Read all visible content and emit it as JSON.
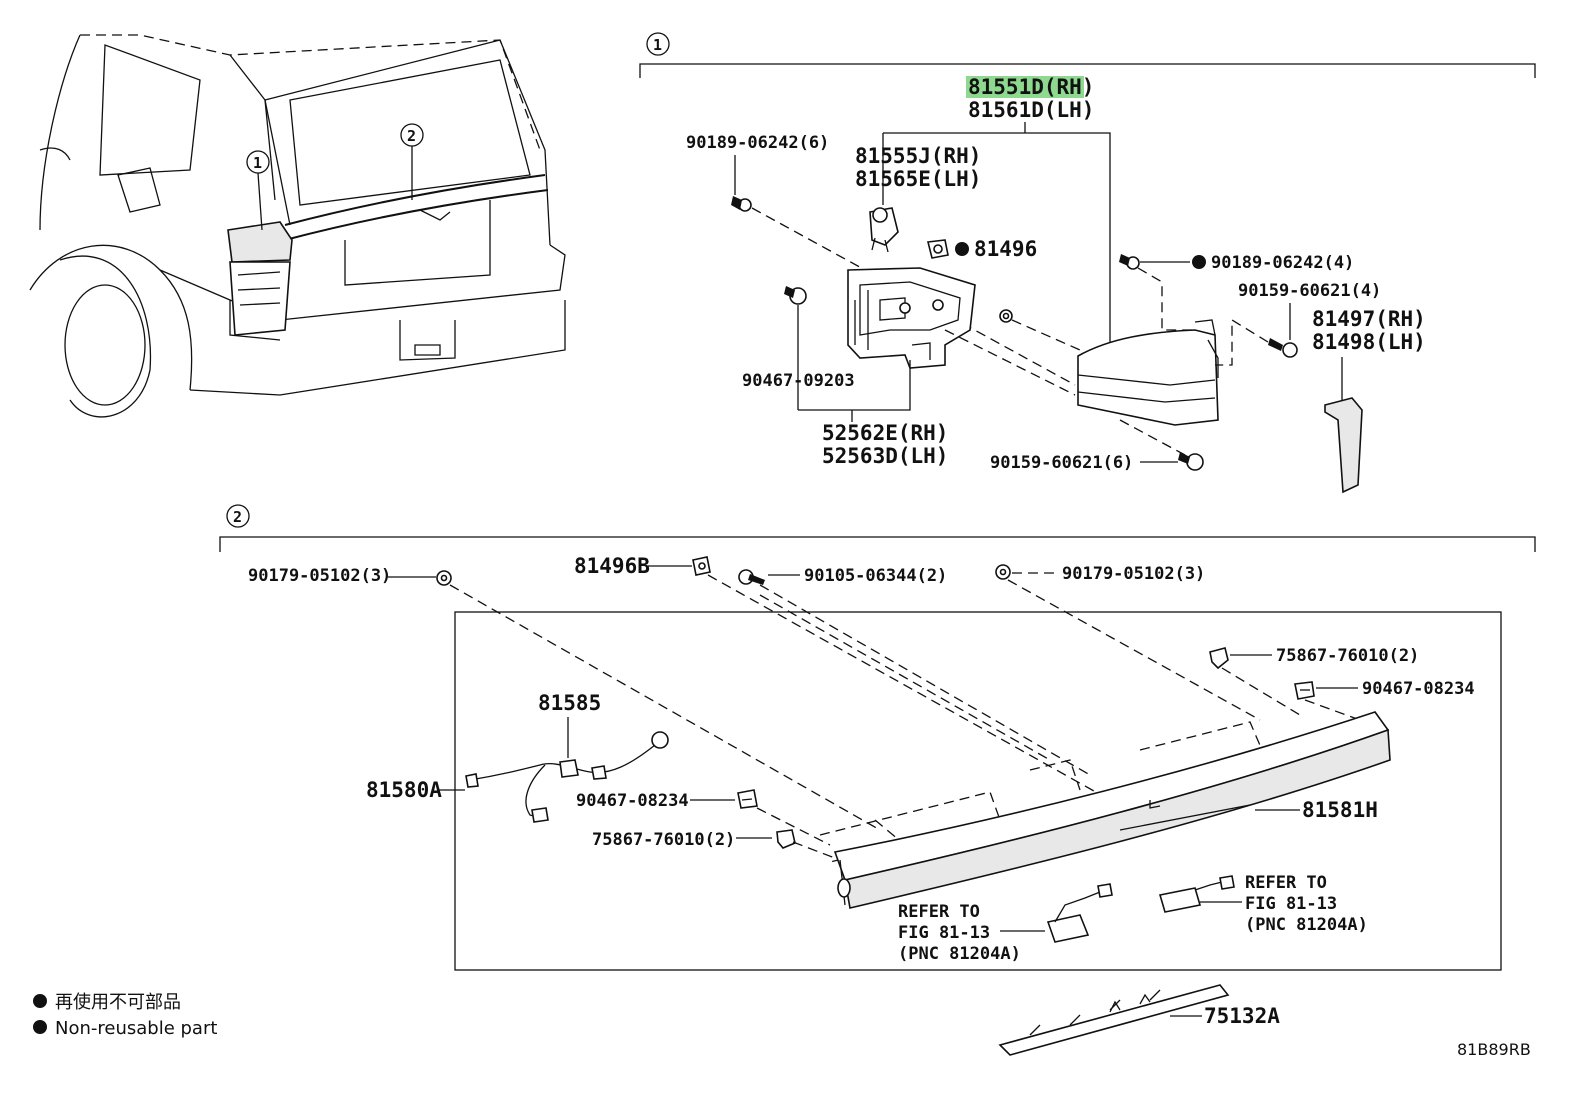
{
  "callouts": {
    "sec1": "1",
    "sec2": "2",
    "car1": "1",
    "car2": "2"
  },
  "parts": {
    "p81551D": "81551D(RH)",
    "p81561D": "81561D(LH)",
    "p90189_6": "90189-06242(6)",
    "p81555J": "81555J(RH)",
    "p81565E": "81565E(LH)",
    "p81496": "81496",
    "p90189_4": "90189-06242(4)",
    "p90159_4": "90159-60621(4)",
    "p81497": "81497(RH)",
    "p81498": "81498(LH)",
    "p90467_09203": "90467-09203",
    "p52562E": "52562E(RH)",
    "p52563D": "52563D(LH)",
    "p90159_6": "90159-60621(6)",
    "p90179_a": "90179-05102(3)",
    "p81496B": "81496B",
    "p90105": "90105-06344(2)",
    "p90179_b": "90179-05102(3)",
    "p75867_a": "75867-76010(2)",
    "p90467_a": "90467-08234",
    "p81585": "81585",
    "p81580A": "81580A",
    "p90467_b": "90467-08234",
    "p75867_b": "75867-76010(2)",
    "p81581H": "81581H",
    "p75132A": "75132A"
  },
  "refs": {
    "left": {
      "l1": "REFER TO",
      "l2": "FIG 81-13",
      "l3": "(PNC 81204A)"
    },
    "right": {
      "l1": "REFER TO",
      "l2": "FIG 81-13",
      "l3": "(PNC 81204A)"
    }
  },
  "legend": {
    "jp": "再使用不可部品",
    "en": "Non-reusable part"
  },
  "diagram_code": "81B89RB",
  "highlight_color": "#8fd88f"
}
